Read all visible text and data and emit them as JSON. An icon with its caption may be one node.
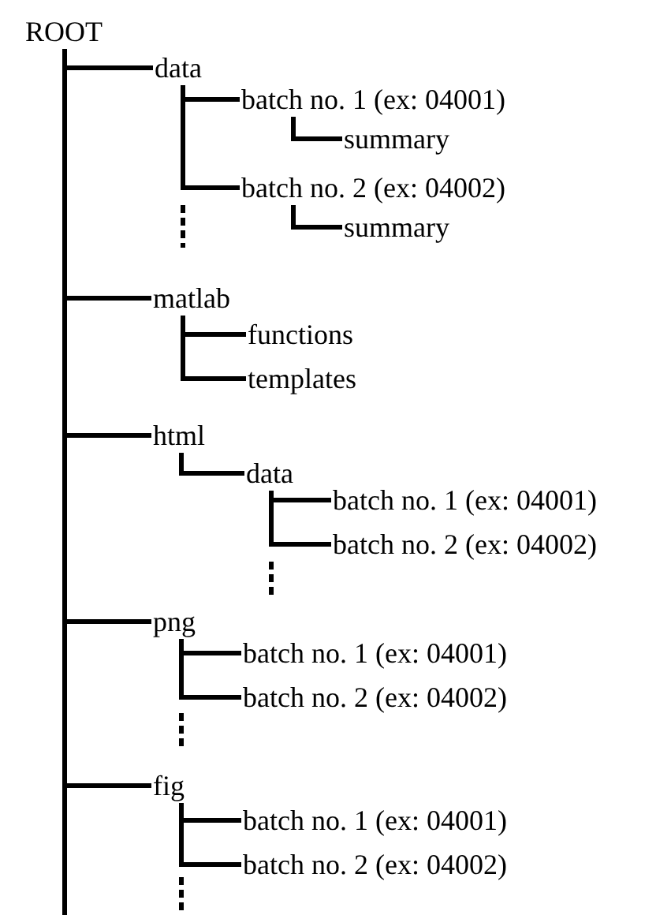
{
  "diagram": {
    "nodes": [
      {
        "text": [
          "ROOT"
        ]
      },
      {
        "text": [
          "data"
        ]
      },
      {
        "text": [
          "batch no. 1 (ex: 04001)"
        ]
      },
      {
        "text": [
          "summary"
        ]
      },
      {
        "text": [
          "batch no. 2 (ex: 04002)"
        ]
      },
      {
        "text": [
          "summary"
        ]
      },
      {
        "text": [
          "matlab"
        ]
      },
      {
        "text": [
          "functions"
        ]
      },
      {
        "text": [
          "templates"
        ]
      },
      {
        "text": [
          "html"
        ]
      },
      {
        "text": [
          "data"
        ]
      },
      {
        "text": [
          "batch no. 1 (ex: 04001)"
        ]
      },
      {
        "text": [
          "batch no. 2 (ex: 04002)"
        ]
      },
      {
        "text": [
          "png"
        ]
      },
      {
        "text": [
          "batch no. 1 (ex: 04001)"
        ]
      },
      {
        "text": [
          "batch no. 2 (ex: 04002)"
        ]
      },
      {
        "text": [
          "fig"
        ]
      },
      {
        "text": [
          "batch no. 1 (ex: 04001)"
        ]
      },
      {
        "text": [
          "batch no. 2 (ex: 04002)"
        ]
      }
    ],
    "edges": [
      {
        "from": 0,
        "to": 1,
        "arrow": "none"
      },
      {
        "from": 1,
        "to": 2,
        "arrow": "none"
      },
      {
        "from": 2,
        "to": 3,
        "arrow": "none"
      },
      {
        "from": 1,
        "to": 4,
        "arrow": "none"
      },
      {
        "from": 4,
        "to": 5,
        "arrow": "none"
      },
      {
        "from": 0,
        "to": 6,
        "arrow": "none"
      },
      {
        "from": 6,
        "to": 7,
        "arrow": "none"
      },
      {
        "from": 6,
        "to": 8,
        "arrow": "none"
      },
      {
        "from": 0,
        "to": 9,
        "arrow": "none"
      },
      {
        "from": 9,
        "to": 10,
        "arrow": "none"
      },
      {
        "from": 10,
        "to": 11,
        "arrow": "none"
      },
      {
        "from": 10,
        "to": 12,
        "arrow": "none"
      },
      {
        "from": 0,
        "to": 13,
        "arrow": "none"
      },
      {
        "from": 13,
        "to": 14,
        "arrow": "none"
      },
      {
        "from": 13,
        "to": 15,
        "arrow": "none"
      },
      {
        "from": 0,
        "to": 16,
        "arrow": "none"
      },
      {
        "from": 16,
        "to": 17,
        "arrow": "none"
      },
      {
        "from": 16,
        "to": 18,
        "arrow": "none"
      }
    ]
  }
}
